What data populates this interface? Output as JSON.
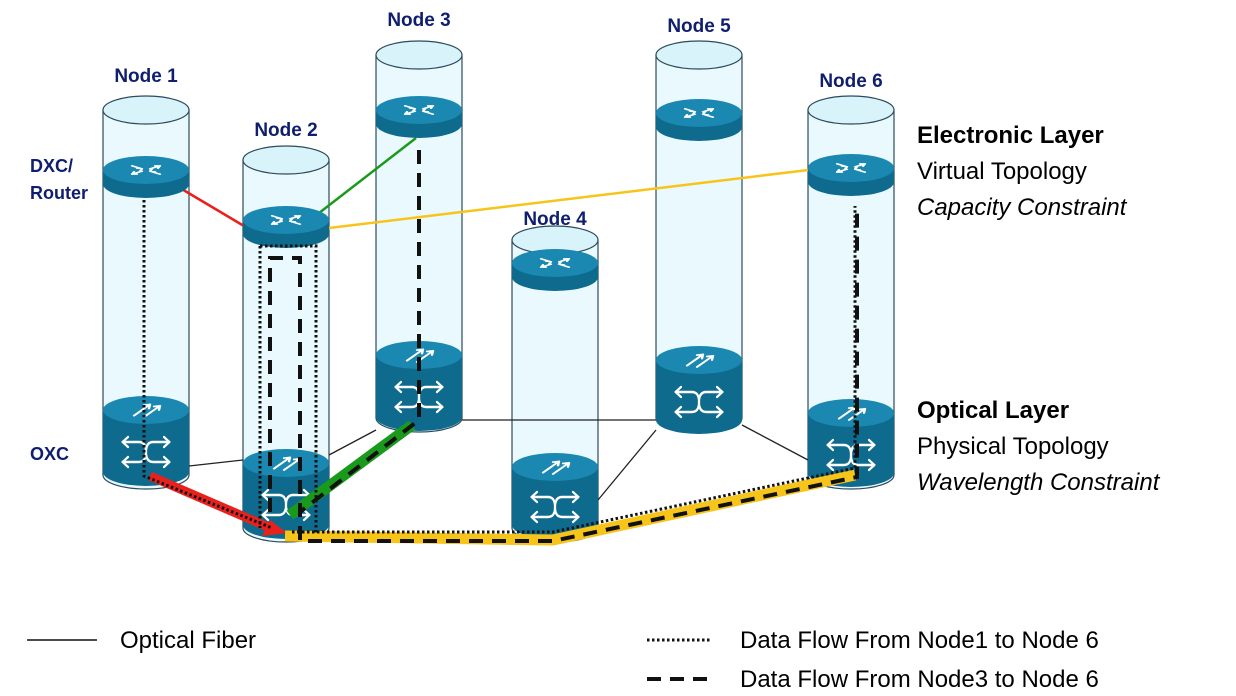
{
  "nodes": [
    {
      "label": "Node 1"
    },
    {
      "label": "Node 2"
    },
    {
      "label": "Node 3"
    },
    {
      "label": "Node 4"
    },
    {
      "label": "Node 5"
    },
    {
      "label": "Node 6"
    }
  ],
  "side_labels": {
    "router": "DXC/\nRouter",
    "router_line1": "DXC/",
    "router_line2": "Router",
    "oxc": "OXC"
  },
  "layers": {
    "electronic": {
      "title": "Electronic Layer",
      "line1": "Virtual Topology",
      "line2": "Capacity Constraint"
    },
    "optical": {
      "title": "Optical Layer",
      "line1": "Physical Topology",
      "line2": "Wavelength Constraint"
    }
  },
  "legend": {
    "fiber": "Optical Fiber",
    "flow1": "Data Flow From Node1 to Node 6",
    "flow2": "Data Flow From Node3 to Node 6"
  },
  "colors": {
    "node_label": "#0f1e6e",
    "device": "#0e6b8e",
    "cylinder": "#eaf9fd",
    "link_red": "#e8211d",
    "link_green": "#1a9a1a",
    "link_yellow": "#f7c41a"
  }
}
